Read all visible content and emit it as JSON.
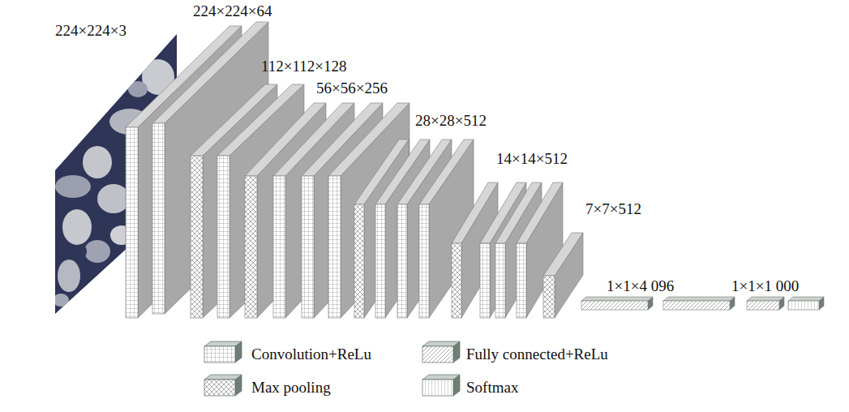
{
  "diagram": {
    "labels": [
      "224×224×3",
      "224×224×64",
      "112×112×128",
      "56×56×256",
      "28×28×512",
      "14×14×512",
      "7×7×512",
      "1×1×4 096",
      "1×1×1 000"
    ],
    "legend": [
      {
        "text": "Convolution+ReLu"
      },
      {
        "text": "Fully connected+ReLu"
      },
      {
        "text": "Max pooling"
      },
      {
        "text": "Softmax"
      }
    ]
  }
}
